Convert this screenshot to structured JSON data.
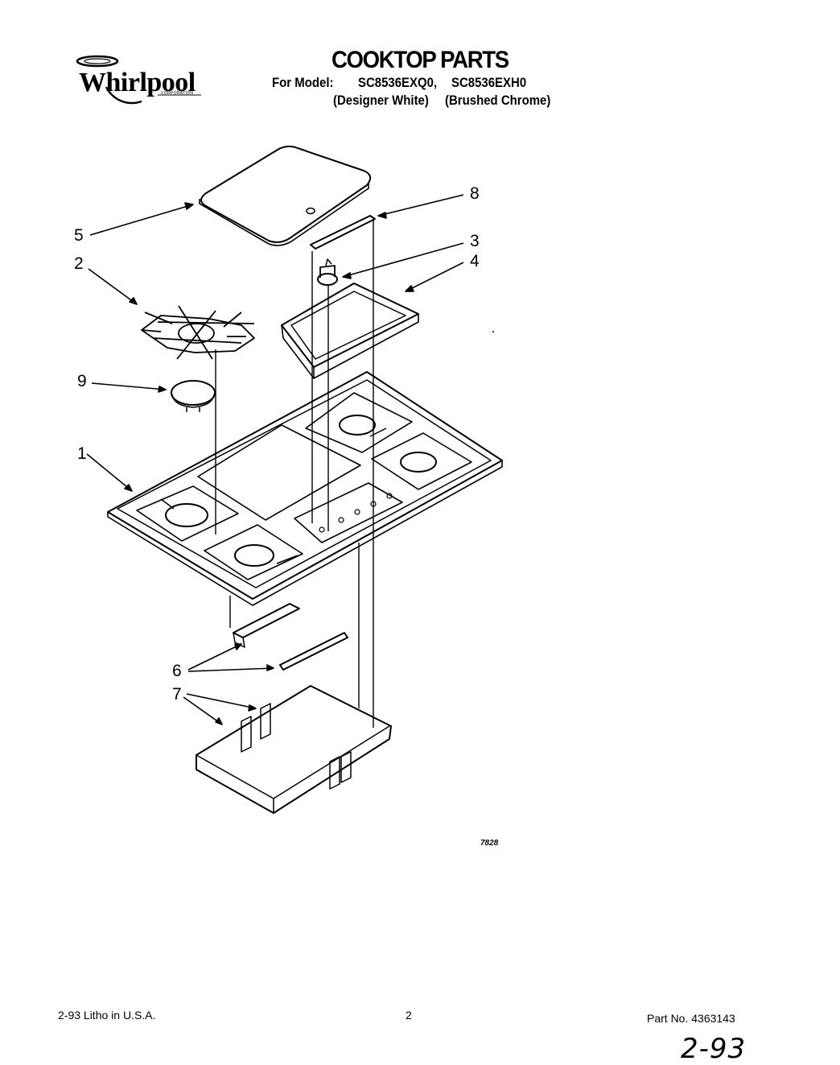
{
  "header": {
    "brand": "Whirlpool",
    "brand_sub": "CORPORATION",
    "title": "COOKTOP PARTS",
    "for_model_label": "For Model:",
    "models": [
      {
        "number": "SC8536EXQ0,",
        "finish": "(Designer White)"
      },
      {
        "number": "SC8536EXH0",
        "finish": "(Brushed Chrome)"
      }
    ]
  },
  "diagram": {
    "callouts": [
      "1",
      "2",
      "3",
      "4",
      "5",
      "6",
      "7",
      "8",
      "9"
    ],
    "figure_number": "7828"
  },
  "footer": {
    "date_litho": "2-93  Litho in U.S.A.",
    "page_number": "2",
    "part_number": "Part No. 4363143",
    "handwritten": "2-93"
  }
}
